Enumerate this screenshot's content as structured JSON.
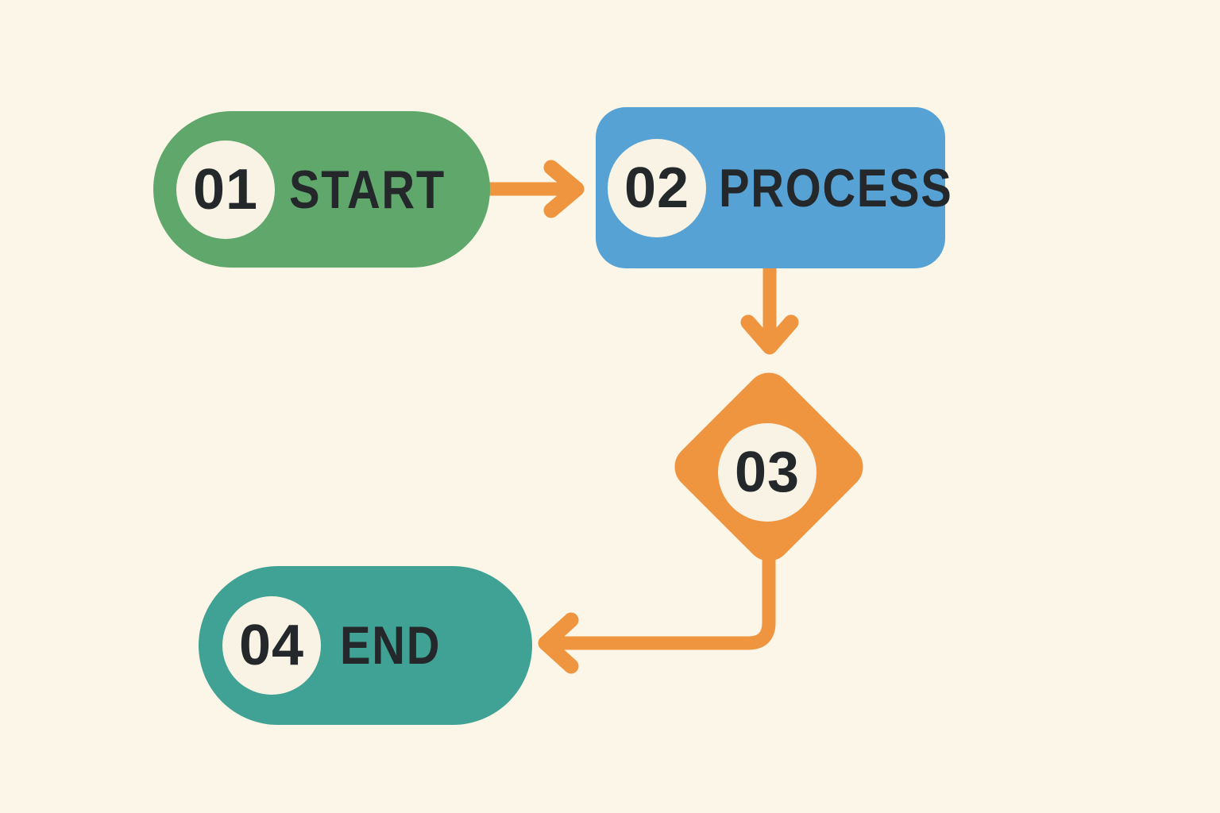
{
  "canvas": {
    "background": "#fbf6e7"
  },
  "colors": {
    "connector": "#f0953f",
    "badge_background": "#f8f3e4",
    "text": "#24282b",
    "start_green": "#5fa76b",
    "process_blue": "#57a2d5",
    "decision_orange": "#f0953f",
    "end_teal": "#40a294"
  },
  "nodes": [
    {
      "id": "start",
      "number": "01",
      "label": "START",
      "shape": "pill",
      "color": "#5fa76b"
    },
    {
      "id": "process",
      "number": "02",
      "label": "PROCESS",
      "shape": "rounded-rectangle",
      "color": "#57a2d5"
    },
    {
      "id": "decision",
      "number": "03",
      "label": "",
      "shape": "diamond",
      "color": "#f0953f"
    },
    {
      "id": "end",
      "number": "04",
      "label": "END",
      "shape": "pill",
      "color": "#40a294"
    }
  ],
  "connectors": [
    {
      "from": "start",
      "to": "process",
      "icon": "arrow-right-icon"
    },
    {
      "from": "process",
      "to": "decision",
      "icon": "arrow-down-icon"
    },
    {
      "from": "decision",
      "to": "end",
      "icon": "arrow-elbow-left-icon"
    }
  ]
}
